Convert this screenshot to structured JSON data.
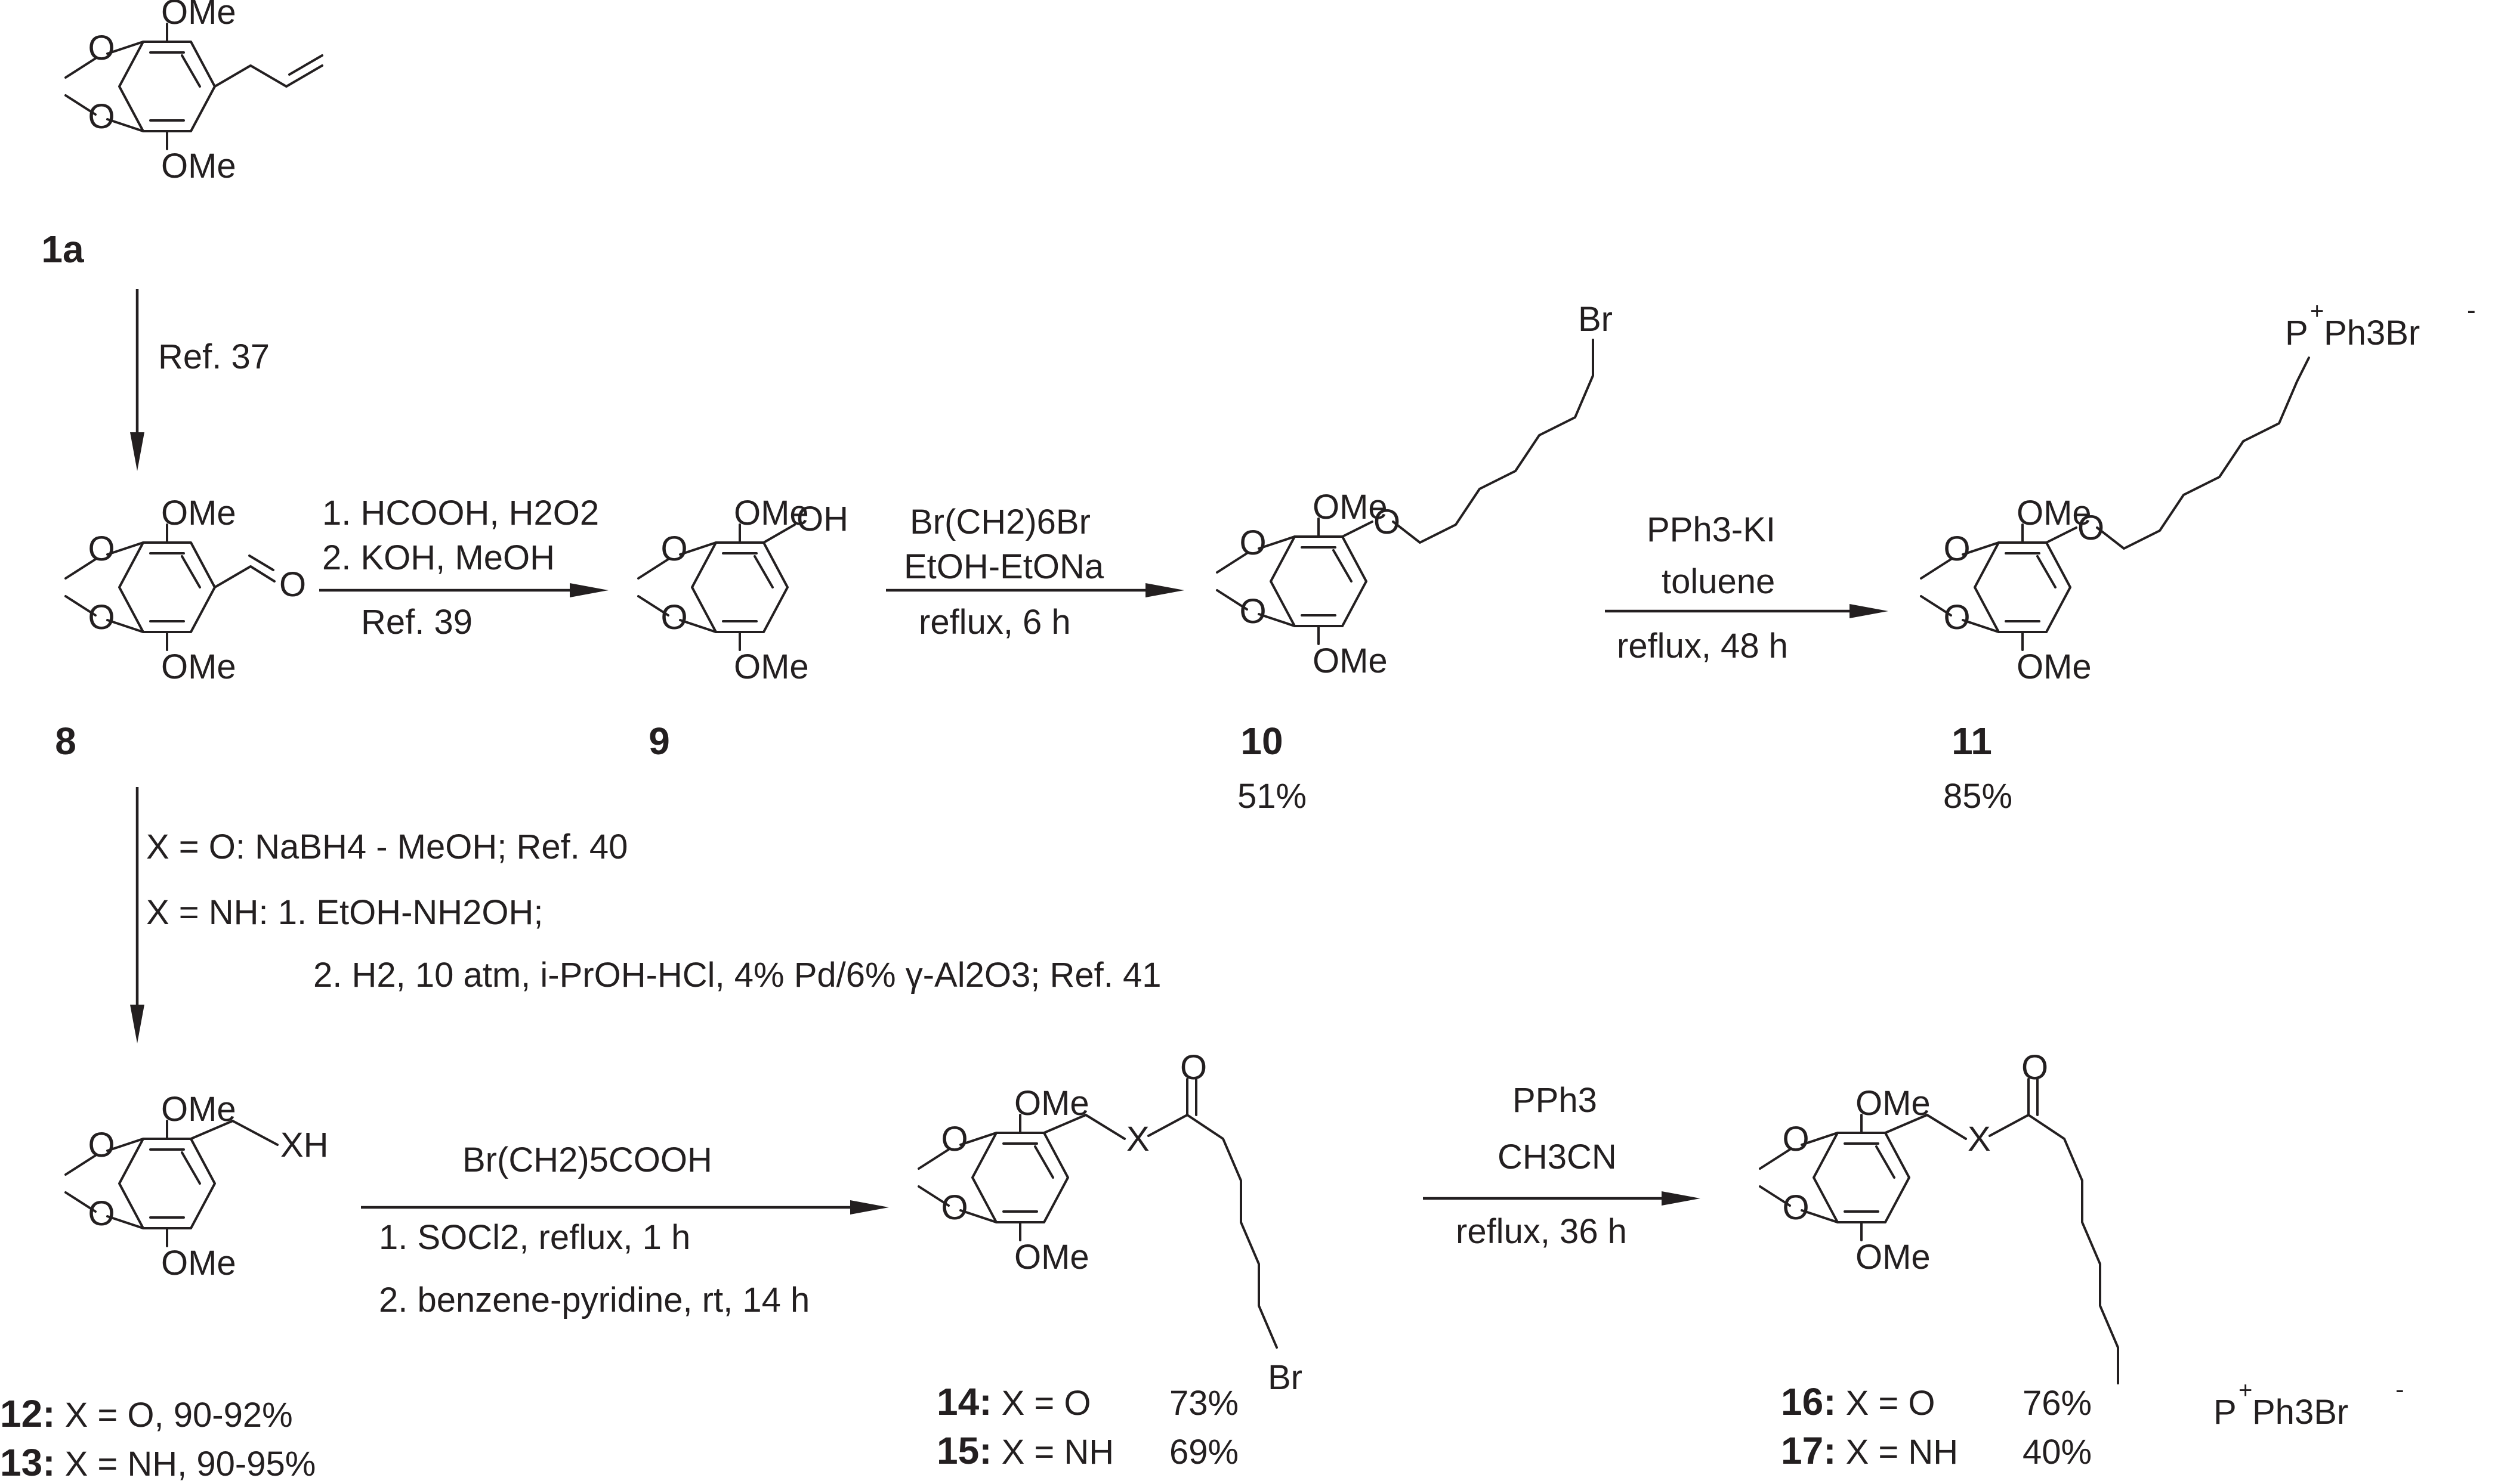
{
  "compounds": {
    "c1a": {
      "id": "1a",
      "top": "OMe",
      "bottom": "OMe"
    },
    "c8": {
      "id": "8",
      "top": "OMe",
      "bottom": "OMe",
      "carbonyl": "O"
    },
    "c9": {
      "id": "9",
      "top": "OMe",
      "bottom": "OMe",
      "hydroxyl": "OH"
    },
    "c10": {
      "id": "10",
      "top": "OMe",
      "bottom": "OMe",
      "ether": "O",
      "terminal": "Br",
      "yield": "51%"
    },
    "c11": {
      "id": "11",
      "top": "OMe",
      "bottom": "OMe",
      "ether": "O",
      "terminal": "P",
      "plus": "+",
      "counter": "Ph3Br",
      "minus": "-",
      "yield": "85%"
    },
    "c12_13": {
      "top": "OMe",
      "bottom": "OMe",
      "group": "XH",
      "line1_id": "12:",
      "line1_text": " X = O, 90-92%",
      "line2_id": "13:",
      "line2_text": " X = NH, 90-95%"
    },
    "c14_15": {
      "top": "OMe",
      "bottom": "OMe",
      "x": "X",
      "carbonyl": "O",
      "terminal": "Br",
      "line1_id": "14:",
      "line1_text": " X = O",
      "line1_yield": "73%",
      "line2_id": "15:",
      "line2_text": " X = NH",
      "line2_yield": "69%"
    },
    "c16_17": {
      "top": "OMe",
      "bottom": "OMe",
      "x": "X",
      "carbonyl": "O",
      "terminal": "P",
      "plus": "+",
      "counter": "Ph3Br",
      "minus": "-",
      "line1_id": "16:",
      "line1_text": " X = O",
      "line1_yield": "76%",
      "line2_id": "17:",
      "line2_text": " X = NH",
      "line2_yield": "40%"
    },
    "ring_oxygen": "O"
  },
  "conditions": {
    "r1a_8": "Ref. 37",
    "r8_9": {
      "line1": "1. HCOOH, H2O2",
      "line2": "2. KOH, MeOH",
      "line3": "Ref. 39"
    },
    "r9_10": {
      "line1": "Br(CH2)6Br",
      "line2": "EtOH-EtONa",
      "line3": "reflux, 6 h"
    },
    "r10_11": {
      "line1": "PPh3-KI",
      "line2": "toluene",
      "line3": "reflux, 48 h"
    },
    "r8_12": {
      "line1": "X = O:  NaBH4 - MeOH; Ref. 40",
      "line2": "X = NH: 1. EtOH-NH2OH;",
      "line3": "2. H2, 10 atm, i-PrOH-HCl, 4% Pd/6% γ-Al2O3; Ref. 41"
    },
    "r12_14": {
      "line1": "Br(CH2)5COOH",
      "line2": "1. SOCl2, reflux, 1 h",
      "line3": "2. benzene-pyridine, rt, 14 h"
    },
    "r14_16": {
      "line1": "PPh3",
      "line2": "CH3CN",
      "line3": "reflux, 36 h"
    }
  }
}
